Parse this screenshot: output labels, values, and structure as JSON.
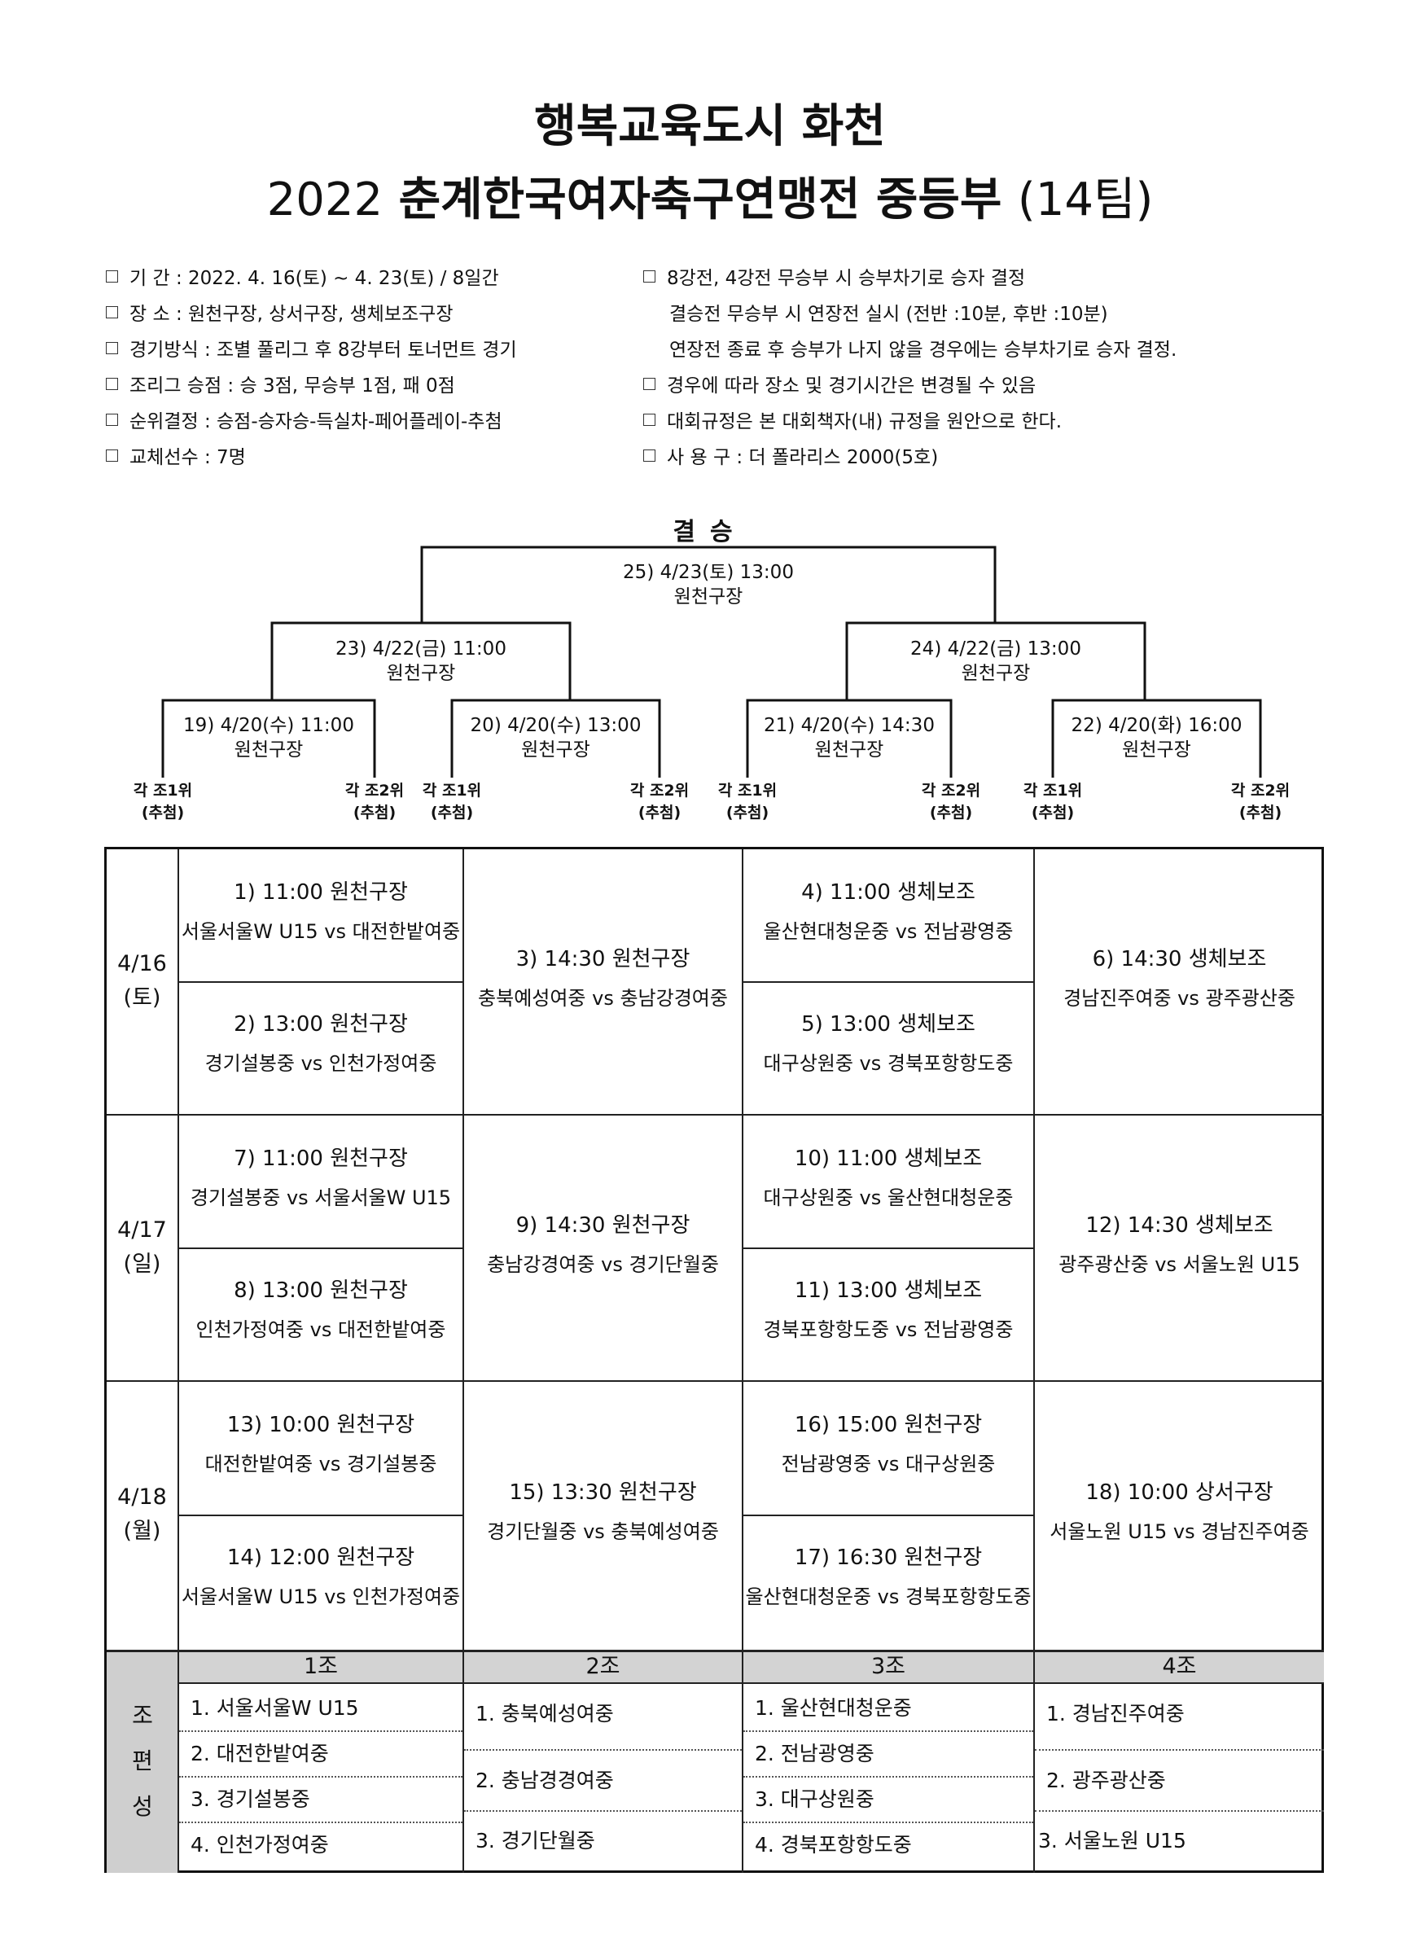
{
  "header": {
    "title1": "행복교육도시 화천",
    "title2_year": "2022",
    "title2_main": "춘계한국여자축구연맹전 중등부",
    "title2_count": "(14팀)"
  },
  "info_left": [
    "기      간 : 2022. 4. 16(토) ~ 4. 23(토) / 8일간",
    "장      소 : 원천구장, 상서구장, 생체보조구장",
    "경기방식 : 조별 풀리그 후 8강부터 토너먼트 경기",
    "조리그 승점 : 승 3점, 무승부 1점, 패 0점",
    "순위결정 : 승점-승자승-득실차-페어플레이-추첨",
    "교체선수 : 7명"
  ],
  "info_right": [
    {
      "box": true,
      "text": "8강전, 4강전 무승부 시 승부차기로 승자 결정"
    },
    {
      "box": false,
      "text": "결승전 무승부 시 연장전 실시 (전반 :10분, 후반 :10분)"
    },
    {
      "box": false,
      "text": "연장전 종료 후 승부가 나지 않을 경우에는 승부차기로 승자 결정."
    },
    {
      "box": true,
      "text": "경우에 따라 장소 및 경기시간은 변경될 수 있음"
    },
    {
      "box": true,
      "text": "대회규정은 본 대회책자(내) 규정을 원안으로 한다."
    },
    {
      "box": true,
      "text": "사 용 구 : 더 폴라리스 2000(5호)"
    }
  ],
  "bracket": {
    "final_label": "결승",
    "final": {
      "time": "25) 4/23(토) 13:00",
      "venue": "원천구장"
    },
    "semis": [
      {
        "time": "23) 4/22(금) 11:00",
        "venue": "원천구장"
      },
      {
        "time": "24) 4/22(금) 13:00",
        "venue": "원천구장"
      }
    ],
    "quarters": [
      {
        "time": "19) 4/20(수) 11:00",
        "venue": "원천구장"
      },
      {
        "time": "20) 4/20(수) 13:00",
        "venue": "원천구장"
      },
      {
        "time": "21) 4/20(수) 14:30",
        "venue": "원천구장"
      },
      {
        "time": "22) 4/20(화) 16:00",
        "venue": "원천구장"
      }
    ],
    "seeds": [
      {
        "a": "각 조1위",
        "b": "(추첨)"
      },
      {
        "a": "각 조2위",
        "b": "(추첨)"
      },
      {
        "a": "각 조1위",
        "b": "(추첨)"
      },
      {
        "a": "각 조2위",
        "b": "(추첨)"
      },
      {
        "a": "각 조1위",
        "b": "(추첨)"
      },
      {
        "a": "각 조2위",
        "b": "(추첨)"
      },
      {
        "a": "각 조1위",
        "b": "(추첨)"
      },
      {
        "a": "각 조2위",
        "b": "(추첨)"
      }
    ]
  },
  "days": [
    {
      "date": "4/16",
      "dow": "(토)"
    },
    {
      "date": "4/17",
      "dow": "(일)"
    },
    {
      "date": "4/18",
      "dow": "(월)"
    }
  ],
  "matches": {
    "m1": {
      "a": "1) 11:00 원천구장",
      "b": "서울서울W U15 vs 대전한밭여중"
    },
    "m2": {
      "a": "2) 13:00 원천구장",
      "b": "경기설봉중 vs 인천가정여중"
    },
    "m3": {
      "a": "3) 14:30 원천구장",
      "b": "충북예성여중 vs 충남강경여중"
    },
    "m4": {
      "a": "4) 11:00 생체보조",
      "b": "울산현대청운중 vs 전남광영중"
    },
    "m5": {
      "a": "5) 13:00 생체보조",
      "b": "대구상원중 vs 경북포항항도중"
    },
    "m6": {
      "a": "6) 14:30 생체보조",
      "b": "경남진주여중 vs 광주광산중"
    },
    "m7": {
      "a": "7) 11:00 원천구장",
      "b": "경기설봉중 vs 서울서울W U15"
    },
    "m8": {
      "a": "8) 13:00 원천구장",
      "b": "인천가정여중 vs 대전한밭여중"
    },
    "m9": {
      "a": "9) 14:30 원천구장",
      "b": "충남강경여중 vs 경기단월중"
    },
    "m10": {
      "a": "10) 11:00 생체보조",
      "b": "대구상원중 vs 울산현대청운중"
    },
    "m11": {
      "a": "11) 13:00 생체보조",
      "b": "경북포항항도중 vs 전남광영중"
    },
    "m12": {
      "a": "12) 14:30 생체보조",
      "b": "광주광산중 vs 서울노원 U15"
    },
    "m13": {
      "a": "13) 10:00 원천구장",
      "b": "대전한밭여중 vs 경기설봉중"
    },
    "m14": {
      "a": "14) 12:00 원천구장",
      "b": "서울서울W U15 vs 인천가정여중"
    },
    "m15": {
      "a": "15) 13:30 원천구장",
      "b": "경기단월중 vs 충북예성여중"
    },
    "m16": {
      "a": "16) 15:00 원천구장",
      "b": "전남광영중 vs 대구상원중"
    },
    "m17": {
      "a": "17) 16:30 원천구장",
      "b": "울산현대청운중 vs 경북포항항도중"
    },
    "m18": {
      "a": "18) 10:00 상서구장",
      "b": "서울노원 U15 vs 경남진주여중"
    }
  },
  "groups_label": [
    "조",
    "편",
    "성"
  ],
  "groups": [
    {
      "name": "1조",
      "teams": [
        "1. 서울서울W U15",
        "2. 대전한밭여중",
        "3. 경기설봉중",
        "4. 인천가정여중"
      ]
    },
    {
      "name": "2조",
      "teams": [
        "1. 충북예성여중",
        "2. 충남경경여중",
        "3. 경기단월중"
      ]
    },
    {
      "name": "3조",
      "teams": [
        "1. 울산현대청운중",
        "2. 전남광영중",
        "3. 대구상원중",
        "4. 경북포항항도중"
      ]
    },
    {
      "name": "4조",
      "teams": [
        "1. 경남진주여중",
        "2. 광주광산중",
        "3. 서울노원 U15"
      ]
    }
  ]
}
